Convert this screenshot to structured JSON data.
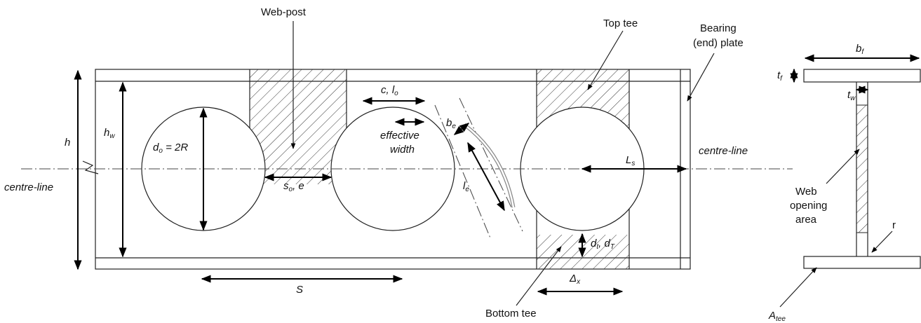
{
  "labels": {
    "web_post": "Web-post",
    "top_tee": "Top tee",
    "bearing_plate_line1": "Bearing",
    "bearing_plate_line2": "(end) plate",
    "h": "h",
    "hw_main": "h",
    "hw_sub": "w",
    "do_main": "d",
    "do_sub": "o",
    "do_rest": " = 2R",
    "c_lo_main": "c, l",
    "c_lo_sub": "o",
    "be_main": "b",
    "be_sub": "e",
    "effective_line1": "effective",
    "effective_line2": "width",
    "centre_line_left": "centre-line",
    "centre_line_right": "centre-line",
    "so_main": "s",
    "so_sub": "o",
    "so_rest": ", e",
    "le_main": "l",
    "le_sub": "e",
    "ls_main": "L",
    "ls_sub": "s",
    "dt_main": "d",
    "dt_sub1": "t",
    "dt_mid": ", d",
    "dt_sub2": "T",
    "s_label": "S",
    "delta_x_main": "Δ",
    "delta_x_sub": "x",
    "bottom_tee": "Bottom tee",
    "bf_main": "b",
    "bf_sub": "f",
    "tf_main": "t",
    "tf_sub": "f",
    "tw_main": "t",
    "tw_sub": "w",
    "web_opening_line1": "Web",
    "web_opening_line2": "opening",
    "web_opening_line3": "area",
    "r_label": "r",
    "atee_main": "A",
    "atee_sub": "tee"
  },
  "colors": {
    "line": "#222222",
    "text": "#111111",
    "background": "#ffffff"
  }
}
